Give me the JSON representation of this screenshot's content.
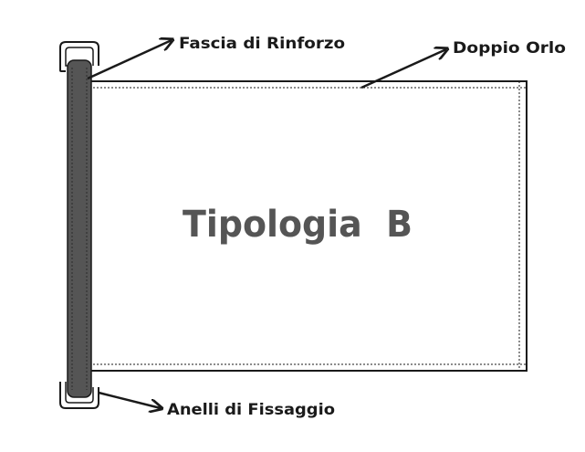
{
  "diagram": {
    "title": "Tipologia  B",
    "labels": {
      "reinforcement_band": "Fascia di Rinforzo",
      "double_hem": "Doppio Orlo",
      "fixing_rings": "Anelli di Fissaggio"
    }
  },
  "colors": {
    "outline": "#1a1a1a",
    "band": "#555555",
    "title": "#555555"
  }
}
